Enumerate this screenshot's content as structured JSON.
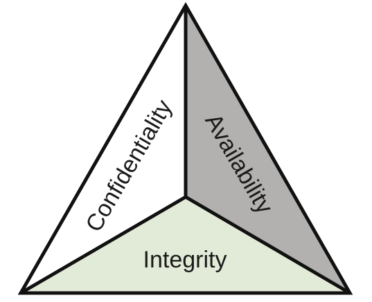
{
  "diagram": {
    "faces": {
      "confidentiality": {
        "label": "Confidentiality",
        "color": "#ffffff"
      },
      "availability": {
        "label": "Availability",
        "color": "#b3b1b0"
      },
      "integrity": {
        "label": "Integrity",
        "color": "#e2ebd7"
      }
    },
    "outline_color": "#111111"
  }
}
